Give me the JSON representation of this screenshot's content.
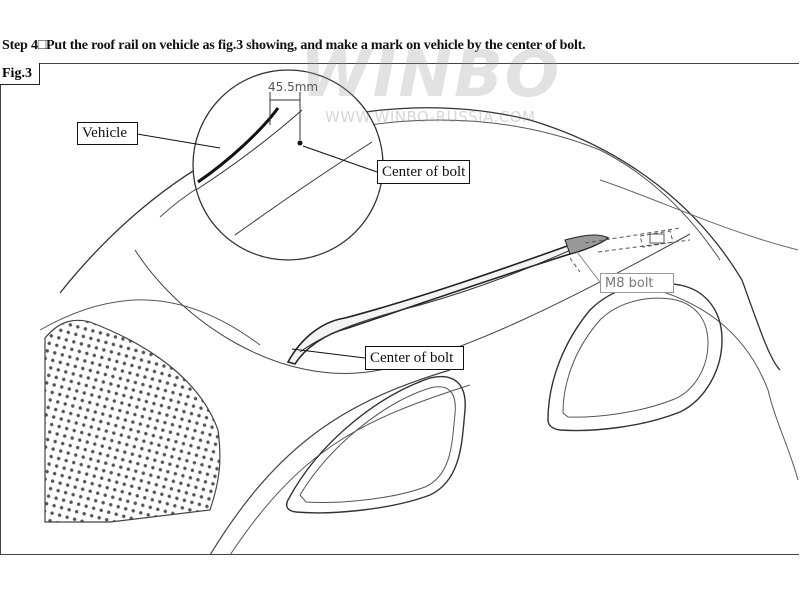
{
  "step": {
    "text": "Step 4□Put the roof rail on vehicle as fig.3 showing, and make a mark on vehicle by the center of bolt."
  },
  "figure": {
    "label": "Fig.3",
    "dimension": "45.5mm",
    "callouts": {
      "vehicle": "Vehicle",
      "center_of_bolt_detail": "Center of bolt",
      "center_of_bolt_rail": "Center of bolt",
      "bolt": "M8 bolt"
    }
  },
  "watermark": {
    "brand": "WINBO",
    "site": "WWW.WINBO-RUSSIA.COM"
  }
}
